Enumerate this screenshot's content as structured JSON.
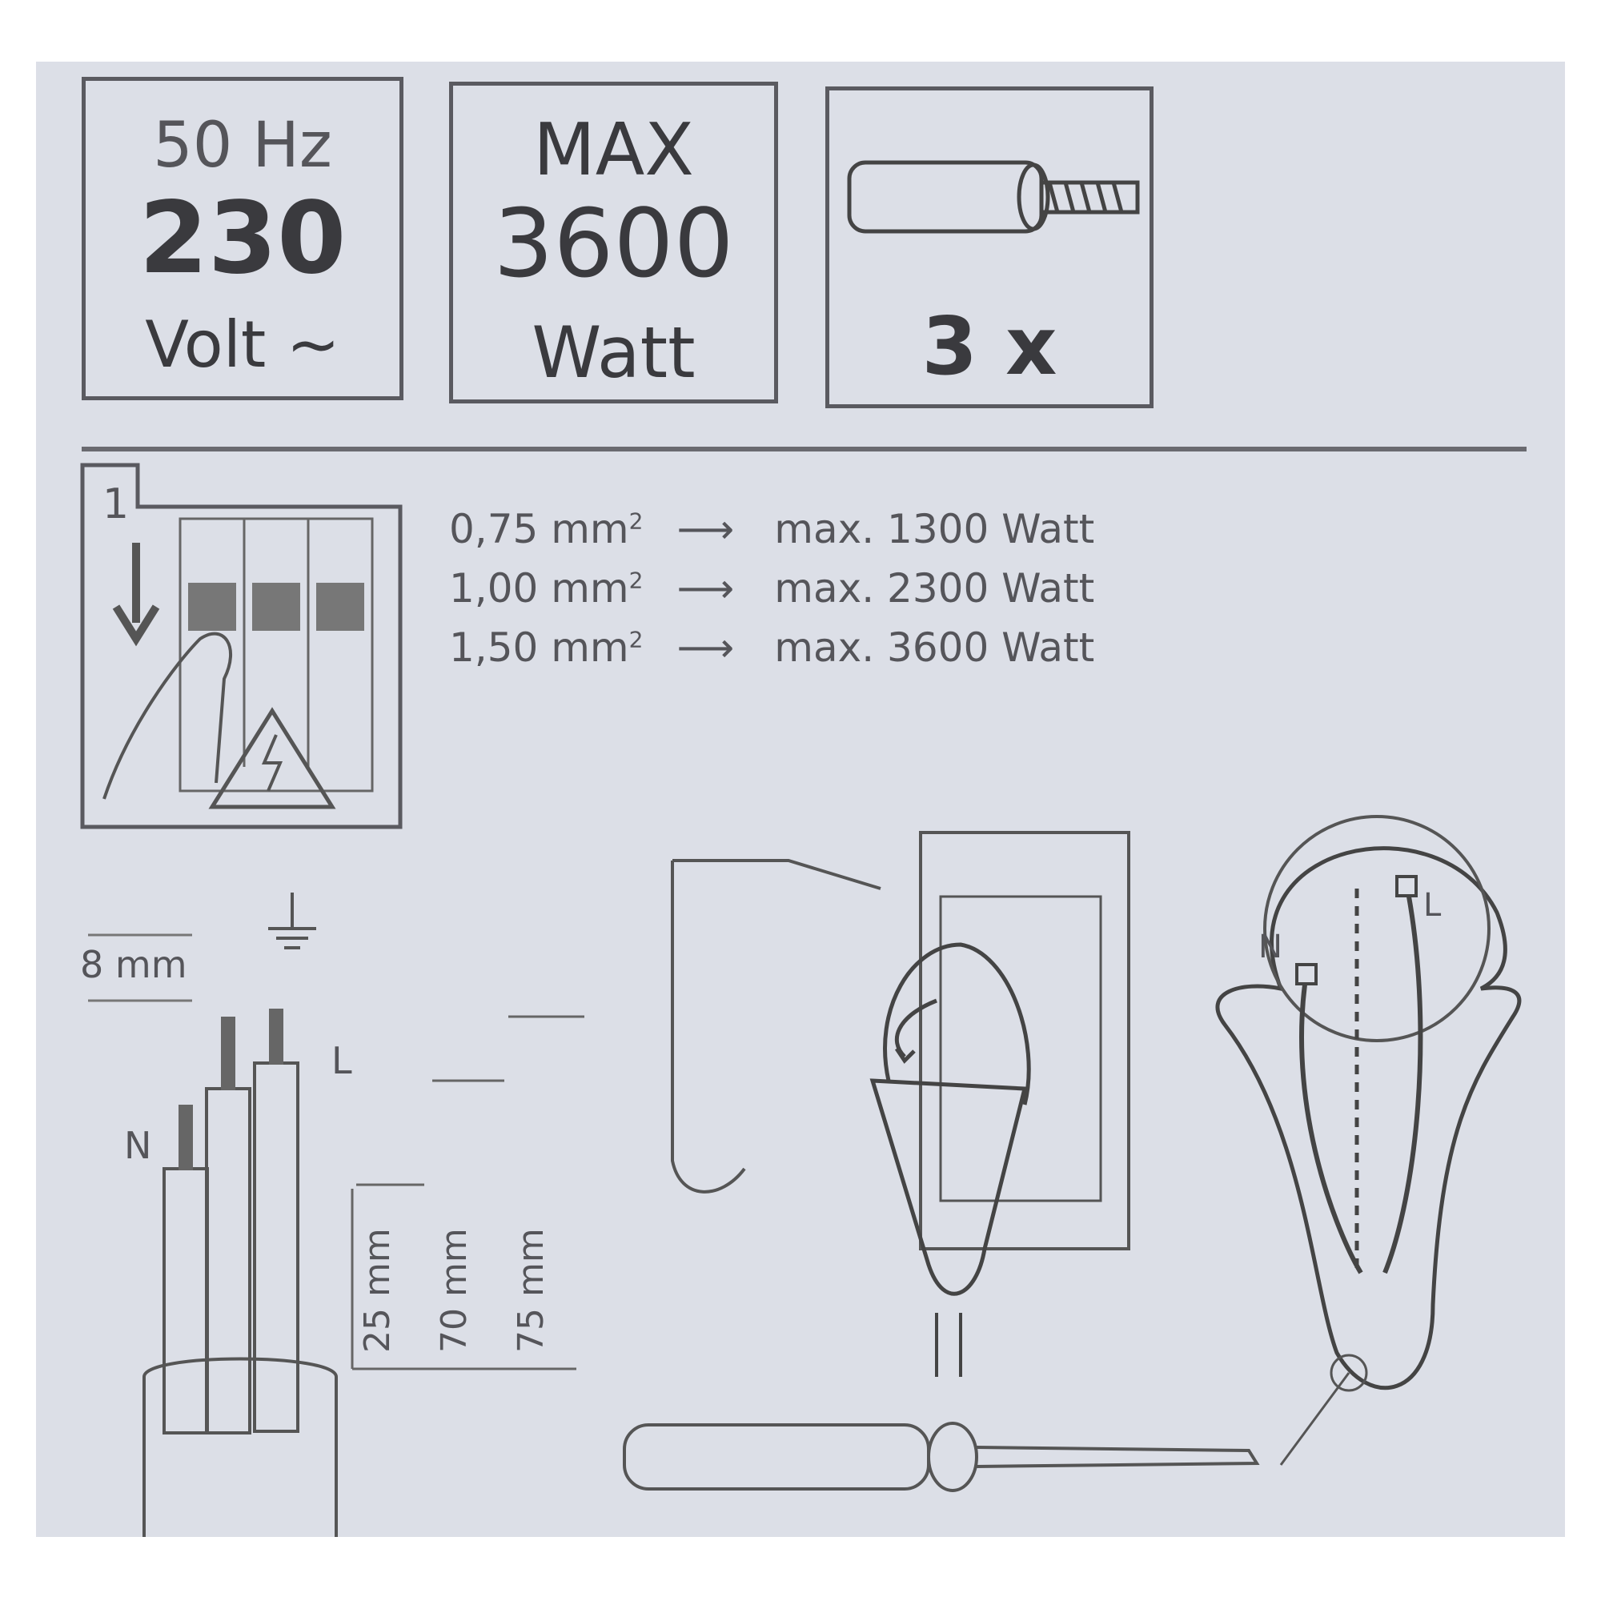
{
  "specs": {
    "frequency": "50 Hz",
    "voltage_value": "230",
    "voltage_unit": "Volt ~",
    "max_label": "MAX",
    "power_value": "3600",
    "power_unit": "Watt",
    "conductor_count": "3 x"
  },
  "step": {
    "number": "1"
  },
  "wire_table": [
    {
      "cross_section": "0,75 mm",
      "max": "max. 1300 Watt"
    },
    {
      "cross_section": "1,00 mm",
      "max": "max. 2300 Watt"
    },
    {
      "cross_section": "1,50 mm",
      "max": "max. 3600 Watt"
    }
  ],
  "superscript": "2",
  "wiring": {
    "strip_length": "8 mm",
    "live_label": "L",
    "neutral_label": "N",
    "length_1": "25 mm",
    "length_2": "70 mm",
    "length_3": "75 mm"
  },
  "plug_labels": {
    "neutral": "N",
    "live": "L"
  },
  "colors": {
    "background": "#dcdfe7",
    "ink": "#3a3a3e"
  }
}
